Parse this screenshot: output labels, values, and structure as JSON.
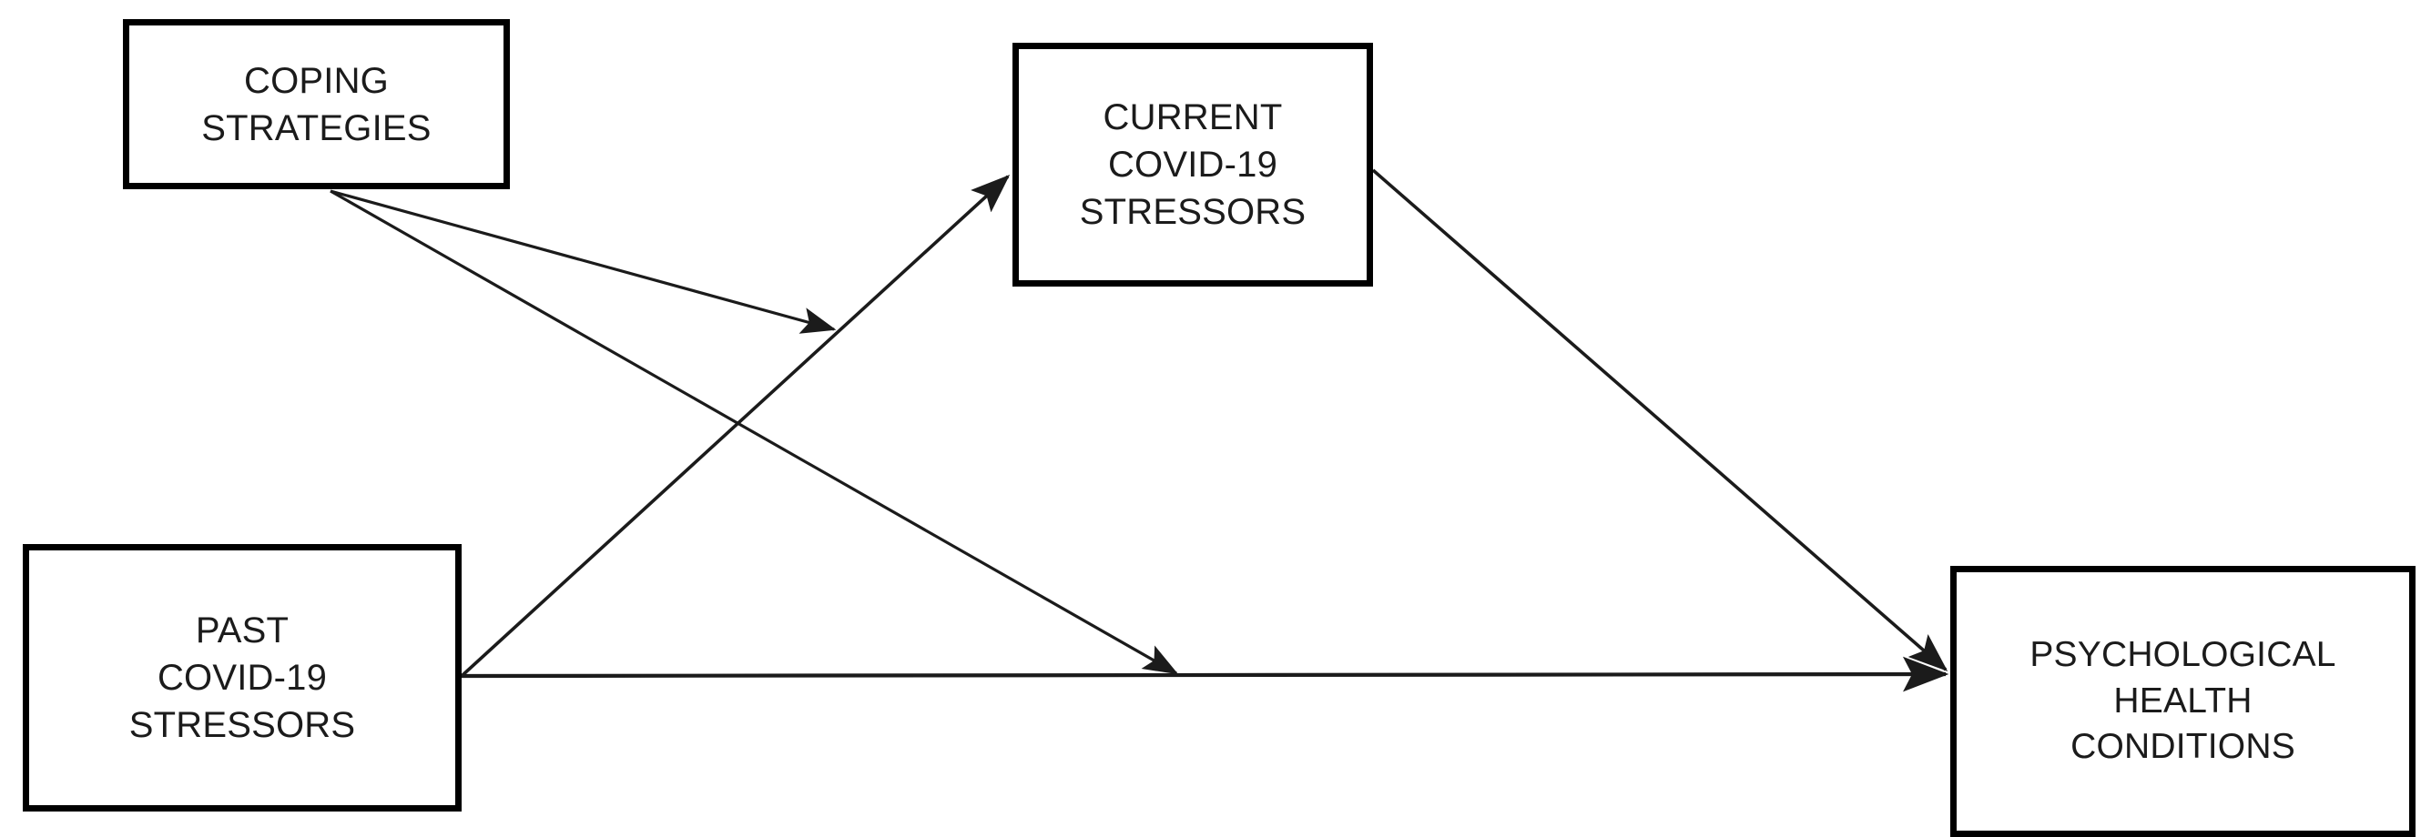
{
  "diagram": {
    "title": "Conceptual moderation model of COVID-19 stressors, coping strategies and psychological health",
    "background_color": "#ffffff",
    "line_color": "#1b1b1b",
    "box_border_color": "#000000",
    "text_color": "#1b1b1b",
    "nodes": [
      {
        "id": "coping-strategies",
        "lines": [
          "COPING",
          "STRATEGIES"
        ],
        "role": "moderator"
      },
      {
        "id": "current-covid-stressors",
        "lines": [
          "CURRENT",
          "COVID-19",
          "STRESSORS"
        ],
        "role": "mediator"
      },
      {
        "id": "past-covid-stressors",
        "lines": [
          "PAST",
          "COVID-19",
          "STRESSORS"
        ],
        "role": "predictor"
      },
      {
        "id": "psychological-health-conditions",
        "lines": [
          "PSYCHOLOGICAL",
          "HEALTH",
          "CONDITIONS"
        ],
        "role": "outcome"
      }
    ],
    "edges": [
      {
        "id": "past-to-current",
        "from": "past-covid-stressors",
        "to": "current-covid-stressors",
        "style": "solid",
        "arrow": "single"
      },
      {
        "id": "past-to-psych",
        "from": "past-covid-stressors",
        "to": "psychological-health-conditions",
        "style": "solid",
        "arrow": "single"
      },
      {
        "id": "current-to-psych",
        "from": "current-covid-stressors",
        "to": "psychological-health-conditions",
        "style": "solid",
        "arrow": "single"
      },
      {
        "id": "coping-moderates-past-to-current",
        "from": "coping-strategies",
        "to": "past-to-current",
        "style": "solid",
        "arrow": "single"
      },
      {
        "id": "coping-moderates-past-to-psych",
        "from": "coping-strategies",
        "to": "past-to-psych",
        "style": "solid",
        "arrow": "single"
      }
    ]
  },
  "chart_data": {
    "type": "diagram",
    "title": "",
    "nodes": [
      "COPING STRATEGIES",
      "CURRENT COVID-19 STRESSORS",
      "PAST COVID-19 STRESSORS",
      "PSYCHOLOGICAL HEALTH CONDITIONS"
    ],
    "edges": [
      [
        "PAST COVID-19 STRESSORS",
        "CURRENT COVID-19 STRESSORS"
      ],
      [
        "PAST COVID-19 STRESSORS",
        "PSYCHOLOGICAL HEALTH CONDITIONS"
      ],
      [
        "CURRENT COVID-19 STRESSORS",
        "PSYCHOLOGICAL HEALTH CONDITIONS"
      ],
      [
        "COPING STRATEGIES",
        "PAST → CURRENT path"
      ],
      [
        "COPING STRATEGIES",
        "PAST → PSYCHOLOGICAL path"
      ]
    ]
  }
}
